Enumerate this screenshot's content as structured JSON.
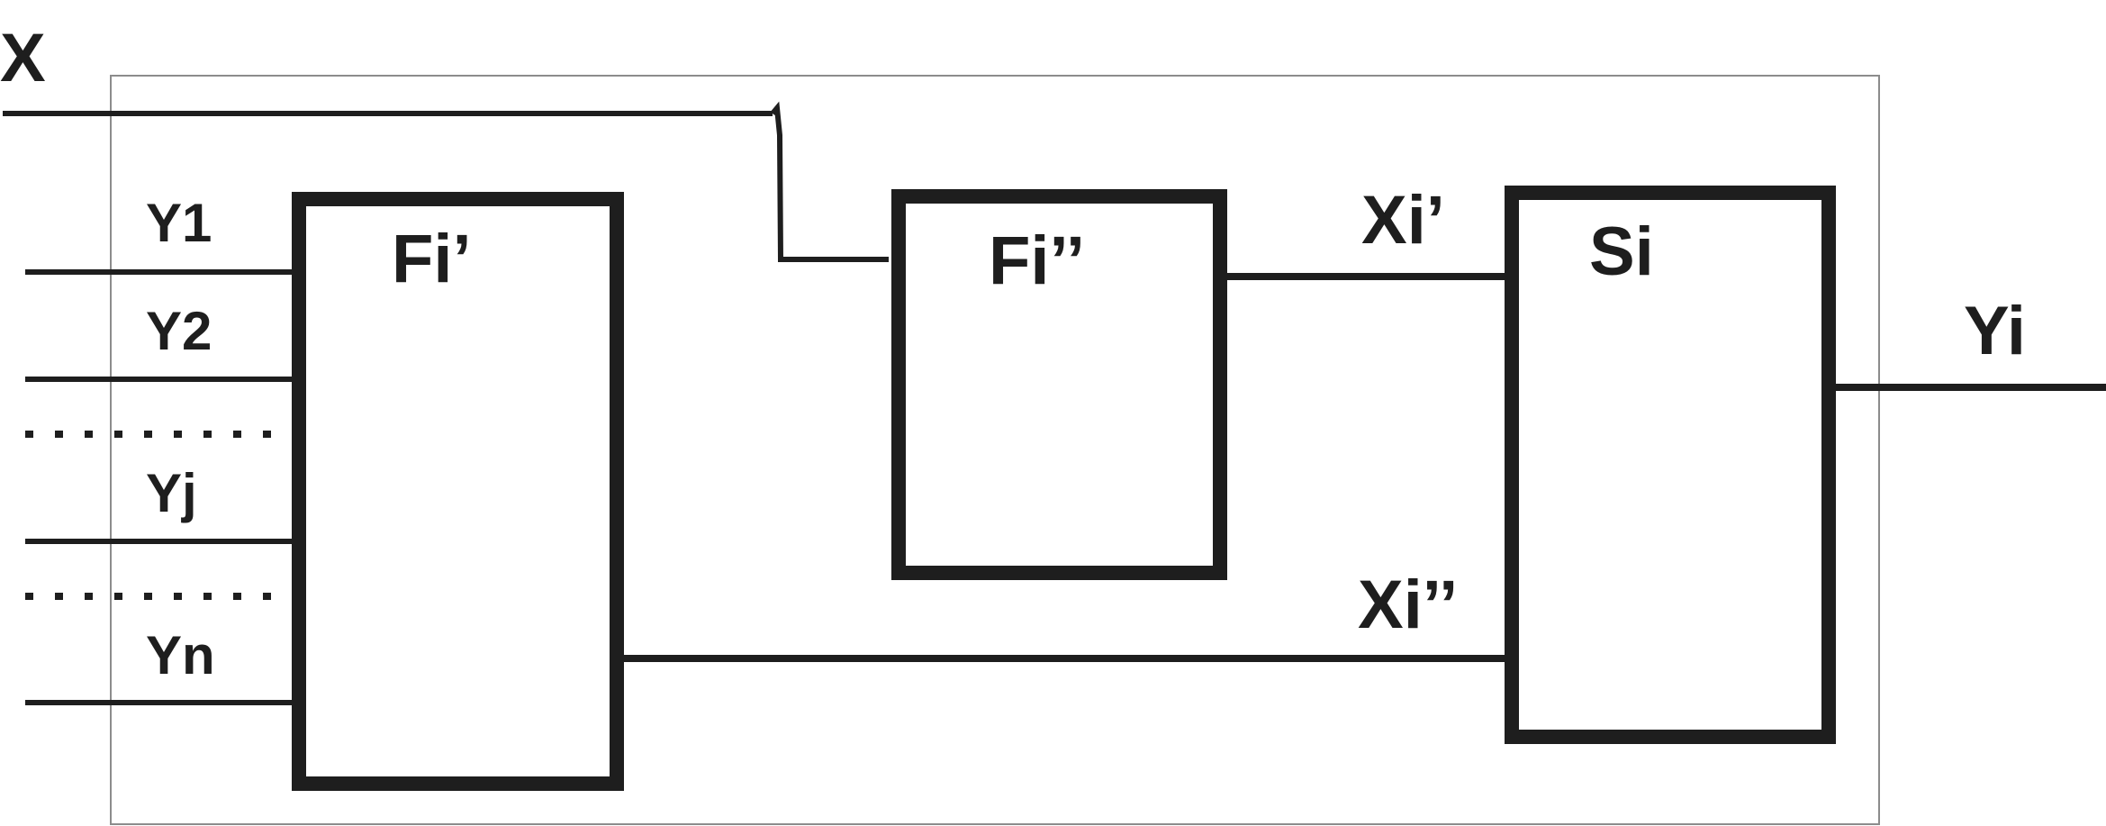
{
  "diagram": {
    "input_label": "X",
    "inputs": [
      "Y1",
      "Y2",
      "Yj",
      "Yn"
    ],
    "blocks": {
      "first": "Fi’",
      "second": "Fi’’",
      "third": "Si"
    },
    "intermediate": {
      "upper": "Xi’",
      "lower": "Xi’’"
    },
    "output_label": "Yi"
  },
  "colors": {
    "line": "#1e1e1e",
    "frame": "#8c8c8c",
    "background": "#ffffff"
  }
}
